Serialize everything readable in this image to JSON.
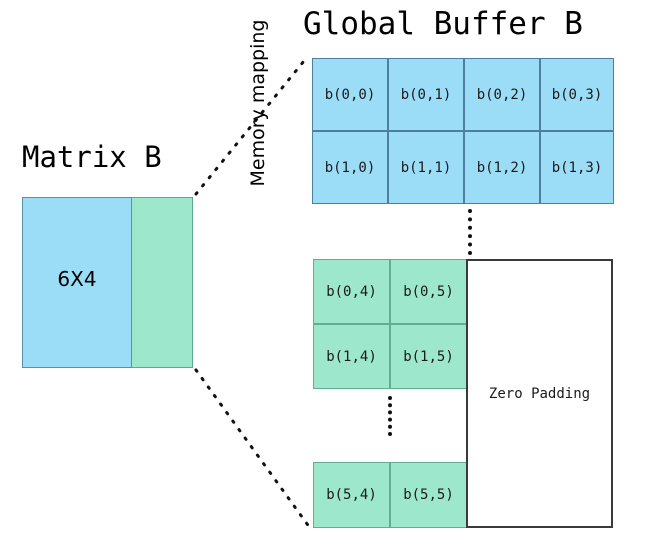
{
  "diagram": {
    "global_buffer_title": "Global Buffer B",
    "matrix_b_title": "Matrix B",
    "memory_mapping_label": "Memory mapping",
    "matrix_b_size": "6X4",
    "zero_padding_label": "Zero Padding",
    "colors": {
      "blue_fill": "#9BDDF6",
      "blue_border": "#4E7FA0",
      "green_fill": "#9DE7CC",
      "green_border": "#63AE91",
      "padding_fill": "#FFFFFF",
      "padding_border": "#3A3A3A",
      "text": "#1A1A1A"
    },
    "blue_rows": [
      {
        "cells": [
          "b(0,0)",
          "b(0,1)",
          "b(0,2)",
          "b(0,3)"
        ]
      },
      {
        "cells": [
          "b(1,0)",
          "b(1,1)",
          "b(1,2)",
          "b(1,3)"
        ]
      }
    ],
    "green_rows": [
      {
        "cells": [
          "b(0,4)",
          "b(0,5)"
        ]
      },
      {
        "cells": [
          "b(1,4)",
          "b(1,5)"
        ]
      },
      {
        "cells": [
          "b(5,4)",
          "b(5,5)"
        ]
      }
    ]
  }
}
